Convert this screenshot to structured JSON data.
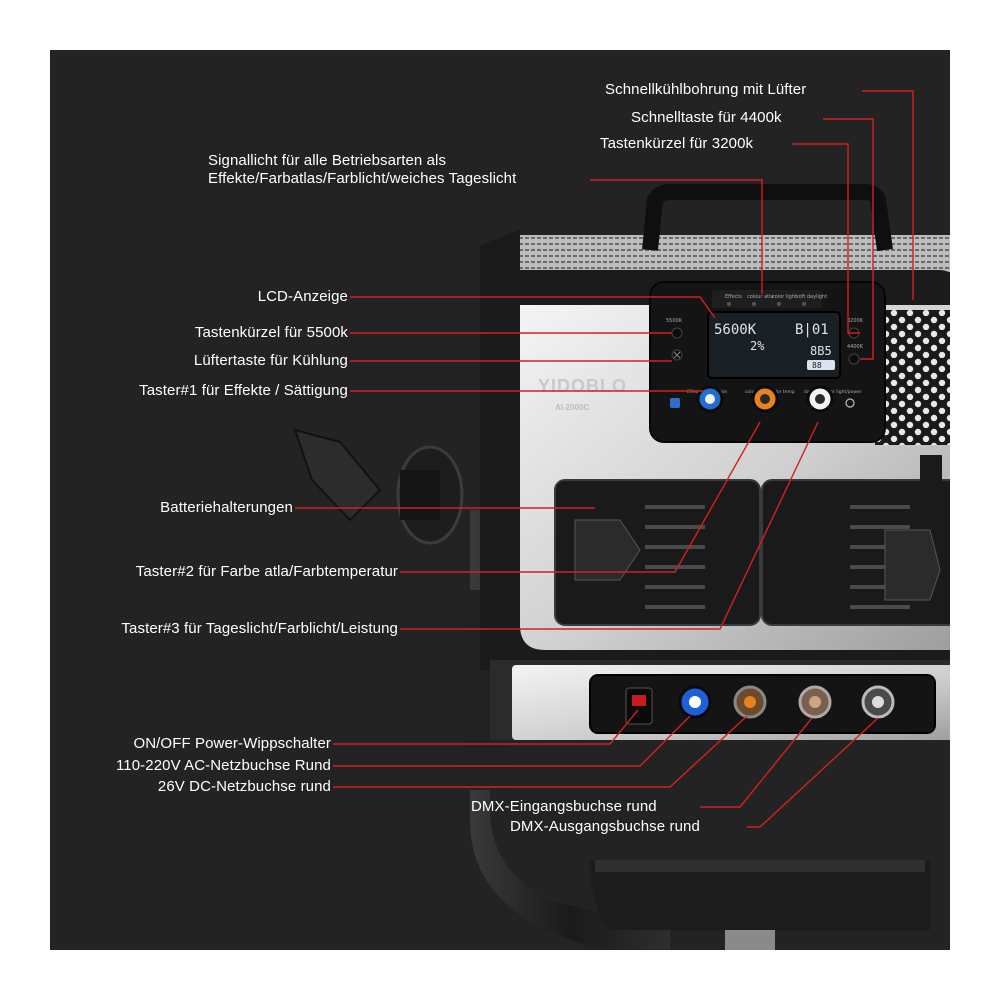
{
  "brand": {
    "logo": "YIDOBLO",
    "model": "AI-2000C"
  },
  "lcd": {
    "cct": "5600K",
    "mode": "B|01",
    "intensity": "2%",
    "code": "8B5",
    "battery_text": "88"
  },
  "panel_marks": {
    "indicator_labels": [
      "Effects",
      "colour atla",
      "color light",
      "soft daylight"
    ],
    "key_5500": "5500K",
    "key_3200": "3200K",
    "key_4400": "4400K",
    "knob1": "Effects/Saturation",
    "knob2": "colour atla/color temp",
    "knob3": "daylight/color light/power"
  },
  "annotations": {
    "fan_vent": "Schnellkühlbohrung mit Lüfter",
    "key_4400": "Schnelltaste für 4400k",
    "key_3200": "Tastenkürzel für 3200k",
    "signal_light_line1": "Signallicht für alle Betriebsarten als",
    "signal_light_line2": "Effekte/Farbatlas/Farblicht/weiches Tageslicht",
    "lcd": "LCD-Anzeige",
    "key_5500": "Tastenkürzel für 5500k",
    "fan_key": "Lüftertaste für Kühlung",
    "knob1": "Taster#1 für Effekte / Sättigung",
    "battery": "Batteriehalterungen",
    "knob2": "Taster#2 für Farbe atla/Farbtemperatur",
    "knob3": "Taster#3 für Tageslicht/Farblicht/Leistung",
    "power_switch": "ON/OFF Power-Wippschalter",
    "ac_socket": "110-220V AC-Netzbuchse Rund",
    "dc_socket": "26V DC-Netzbuchse rund",
    "dmx_in": "DMX-Eingangsbuchse rund",
    "dmx_out": "DMX-Ausgangsbuchse rund"
  },
  "colors": {
    "background": "#232323",
    "callout_line": "#d42020",
    "label_text": "#ffffff",
    "panel_silver": "#d8d8d8",
    "knob_blue": "#1e6fd0",
    "knob_orange": "#e8821e",
    "ac_socket_blue": "#1f5fd8"
  },
  "icons": [
    "power-rocker-icon",
    "fan-icon",
    "effects-icon",
    "power-icon",
    "battery-icon"
  ]
}
